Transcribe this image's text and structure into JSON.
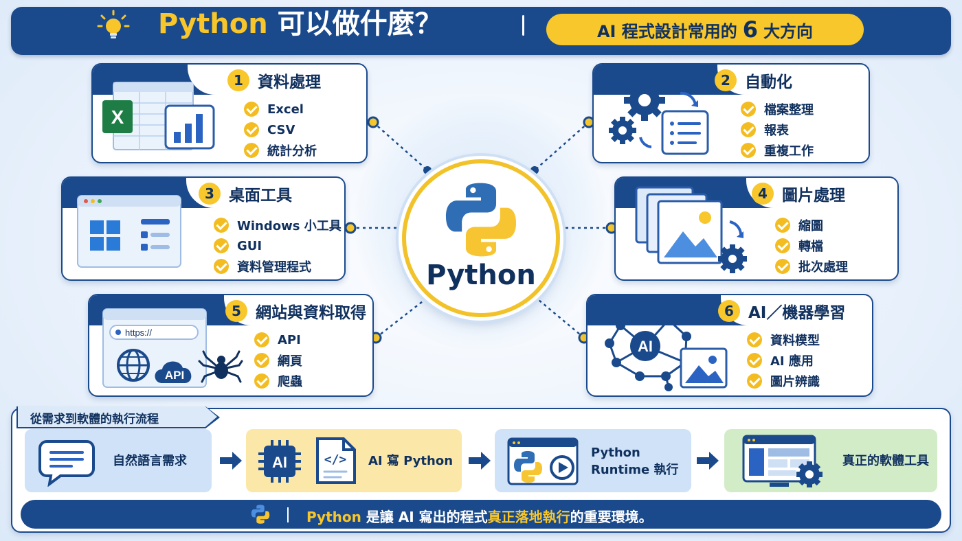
{
  "header": {
    "title_python": "Python",
    "title_rest": "可以做什麼？",
    "subtitle_pre": "AI 程式設計常用的",
    "subtitle_num": "6",
    "subtitle_post": "大方向"
  },
  "center": {
    "label": "Python"
  },
  "cards": [
    {
      "num": "1",
      "title": "資料處理",
      "items": [
        "Excel",
        "CSV",
        "統計分析"
      ]
    },
    {
      "num": "2",
      "title": "自動化",
      "items": [
        "檔案整理",
        "報表",
        "重複工作"
      ]
    },
    {
      "num": "3",
      "title": "桌面工具",
      "items": [
        "Windows 小工具",
        "GUI",
        "資料管理程式"
      ]
    },
    {
      "num": "4",
      "title": "圖片處理",
      "items": [
        "縮圖",
        "轉檔",
        "批次處理"
      ]
    },
    {
      "num": "5",
      "title": "網站與資料取得",
      "items": [
        "API",
        "網頁",
        "爬蟲"
      ]
    },
    {
      "num": "6",
      "title": "AI／機器學習",
      "items": [
        "資料模型",
        "AI 應用",
        "圖片辨識"
      ]
    }
  ],
  "art": {
    "excel_letter": "X",
    "url_text": "https://",
    "api_text": "API",
    "ai_text": "AI"
  },
  "flow": {
    "title": "從需求到軟體的執行流程",
    "steps": [
      {
        "line1": "自然語言需求",
        "line2": ""
      },
      {
        "line1": "AI 寫 Python",
        "line2": ""
      },
      {
        "line1": "Python",
        "line2": "Runtime 執行"
      },
      {
        "line1": "真正的軟體工具",
        "line2": ""
      }
    ],
    "chip_ai": "AI",
    "code_glyph": "</>"
  },
  "footer": {
    "part1": "Python",
    "part2": " 是讓 AI 寫出的程式",
    "part3": "真正落地執行",
    "part4": "的重要環境。"
  },
  "colors": {
    "navy": "#1a4a8c",
    "yellow": "#f7c72c",
    "python_blue": "#2f6db5",
    "python_yellow": "#f6c531"
  }
}
